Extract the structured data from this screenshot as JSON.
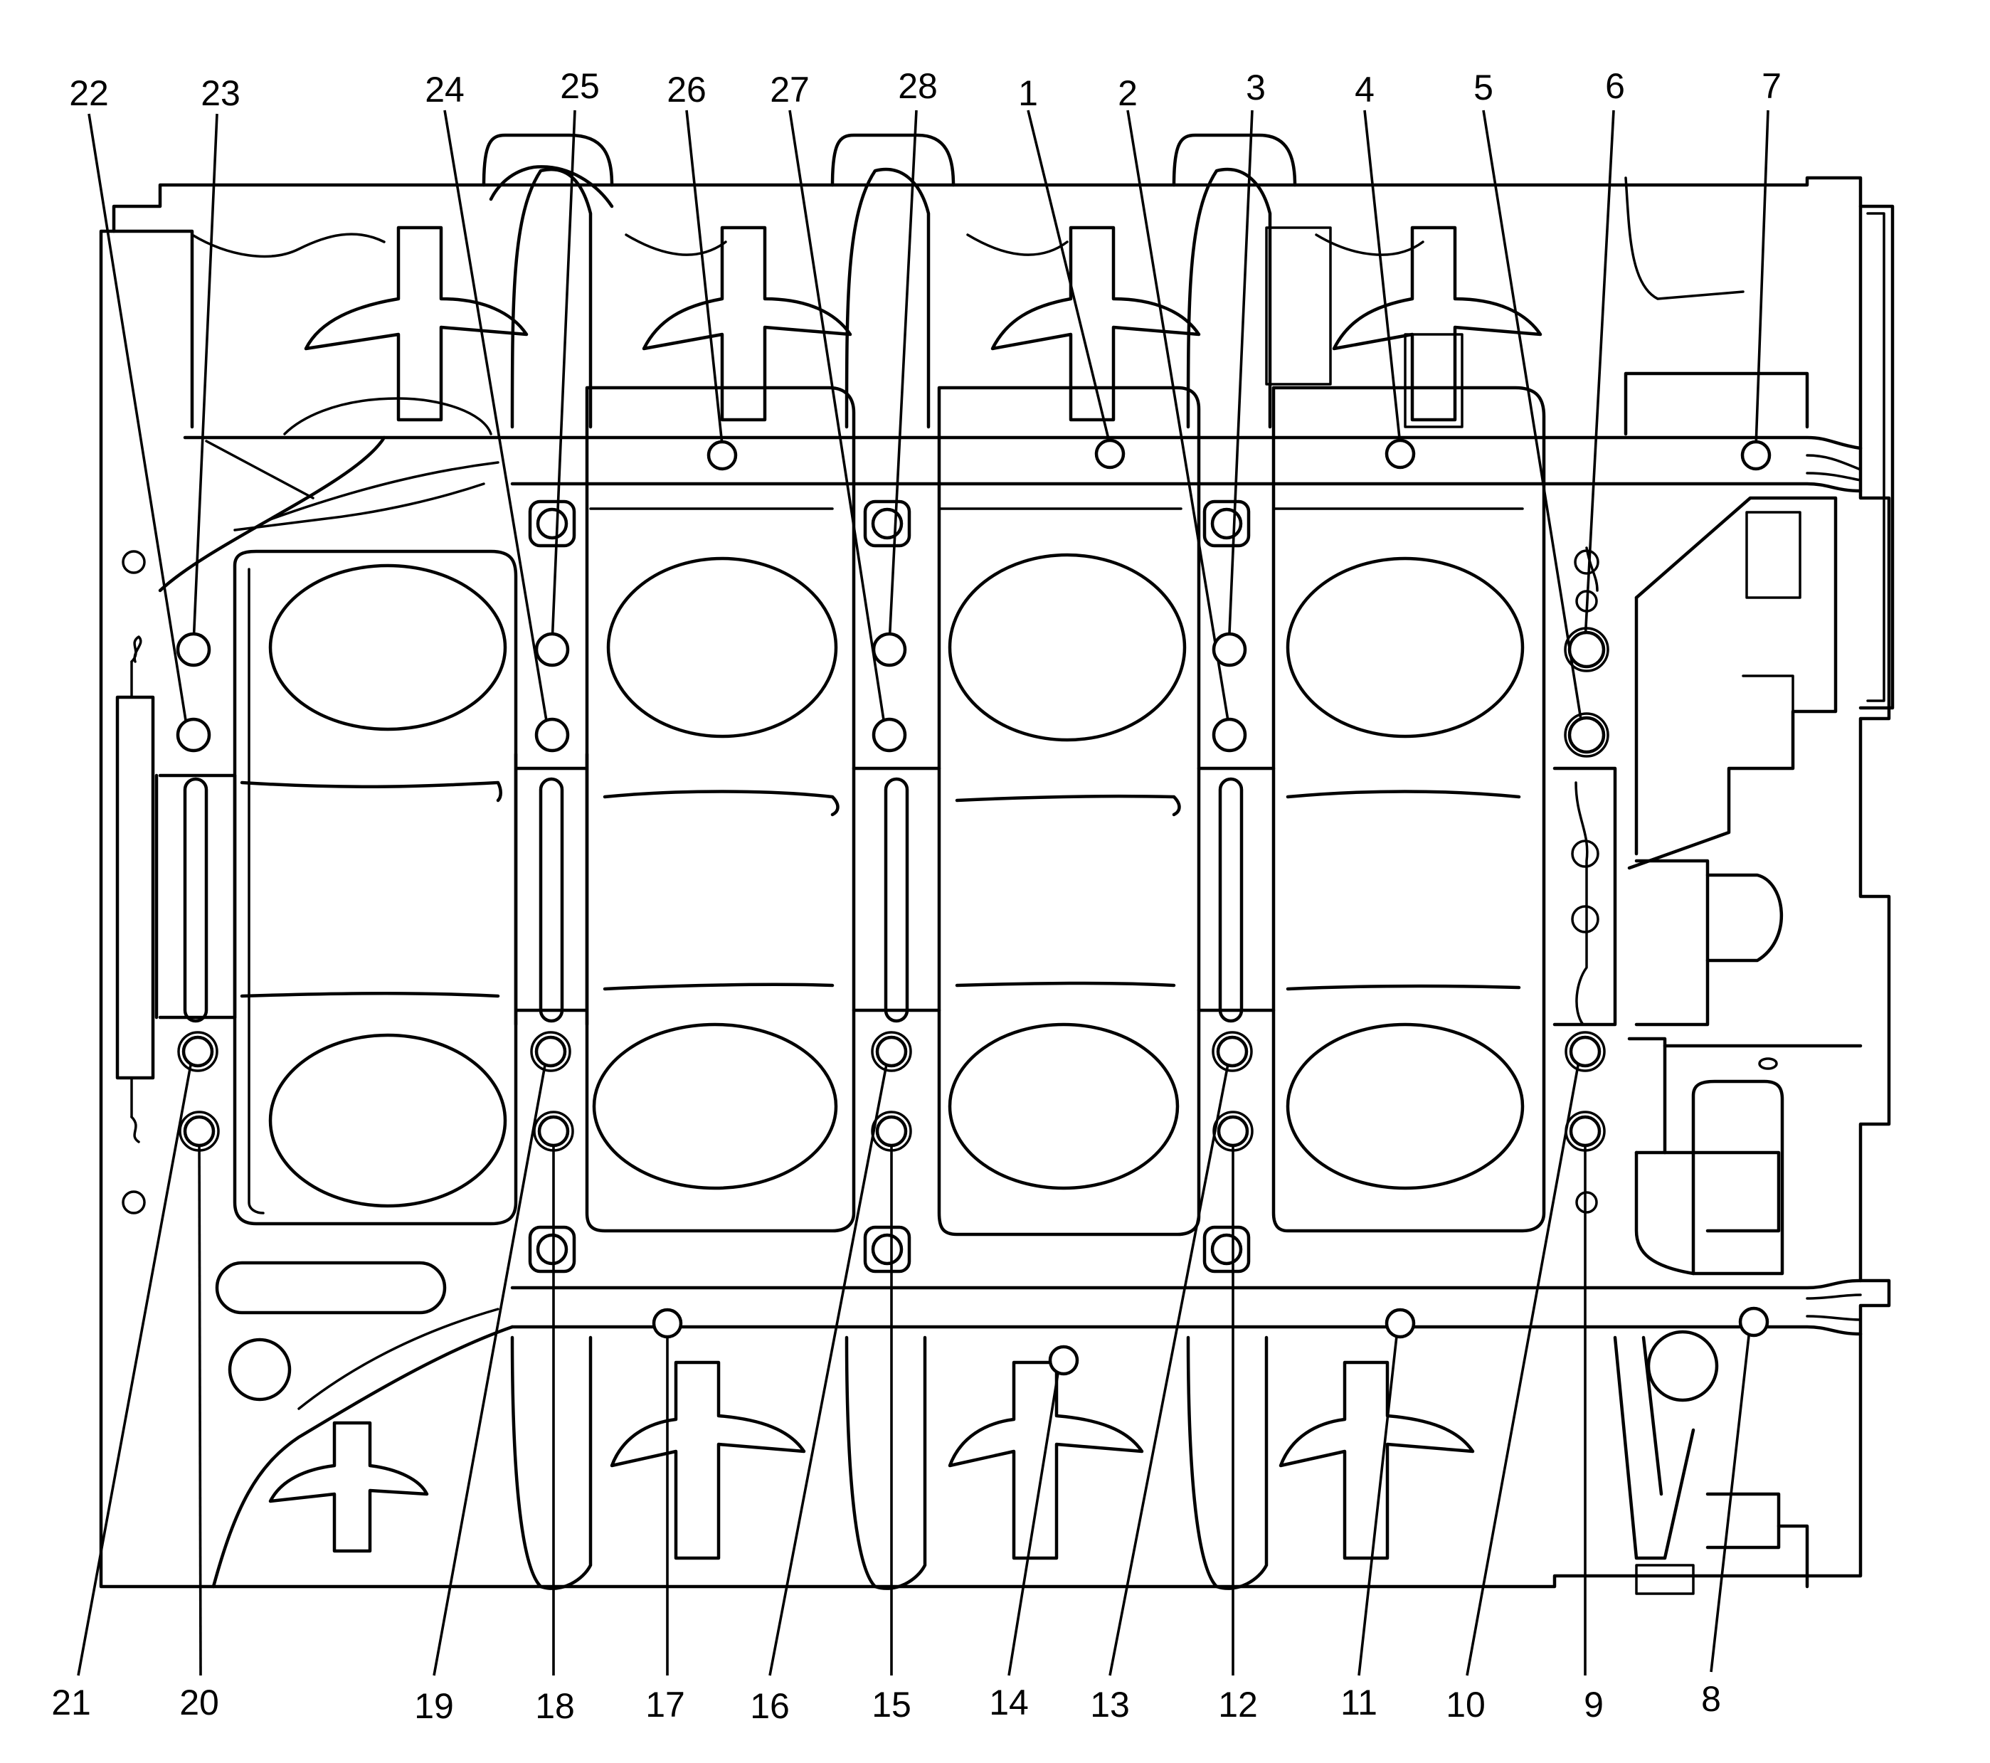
{
  "figure": {
    "callouts": [
      {
        "number": "1"
      },
      {
        "number": "2"
      },
      {
        "number": "3"
      },
      {
        "number": "4"
      },
      {
        "number": "5"
      },
      {
        "number": "6"
      },
      {
        "number": "7"
      },
      {
        "number": "8"
      },
      {
        "number": "9"
      },
      {
        "number": "10"
      },
      {
        "number": "11"
      },
      {
        "number": "12"
      },
      {
        "number": "13"
      },
      {
        "number": "14"
      },
      {
        "number": "15"
      },
      {
        "number": "16"
      },
      {
        "number": "17"
      },
      {
        "number": "18"
      },
      {
        "number": "19"
      },
      {
        "number": "20"
      },
      {
        "number": "21"
      },
      {
        "number": "22"
      },
      {
        "number": "23"
      },
      {
        "number": "24"
      },
      {
        "number": "25"
      },
      {
        "number": "26"
      },
      {
        "number": "27"
      },
      {
        "number": "28"
      }
    ],
    "colors": {
      "line": "#000000",
      "background": "#ffffff"
    }
  }
}
